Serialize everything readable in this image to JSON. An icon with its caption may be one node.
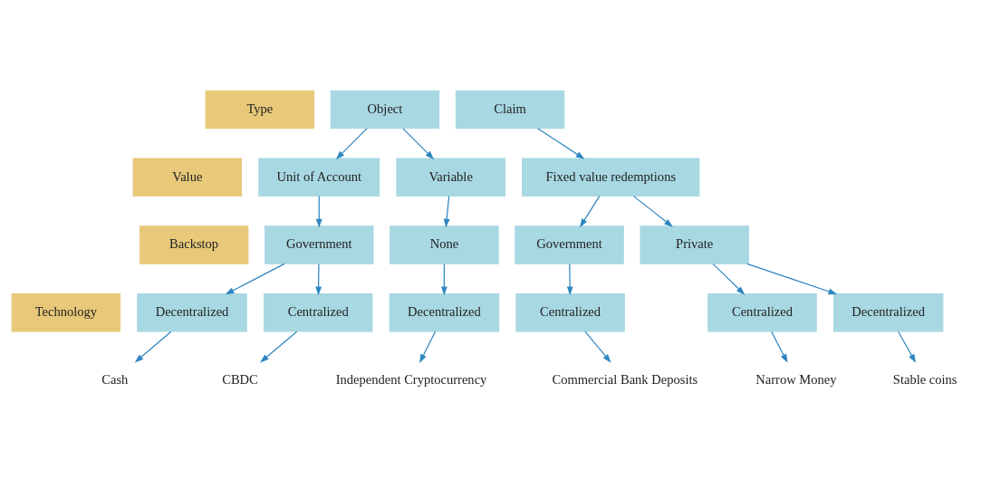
{
  "diagram": {
    "nodes": [
      {
        "text": [
          "Type"
        ]
      },
      {
        "text": [
          "Value"
        ]
      },
      {
        "text": [
          "Backstop"
        ]
      },
      {
        "text": [
          "Technology"
        ]
      },
      {
        "text": [
          "Object"
        ]
      },
      {
        "text": [
          "Claim"
        ]
      },
      {
        "text": [
          "Unit of Account"
        ]
      },
      {
        "text": [
          "Variable"
        ]
      },
      {
        "text": [
          "Fixed value redemptions"
        ]
      },
      {
        "text": [
          "Government"
        ]
      },
      {
        "text": [
          "None"
        ]
      },
      {
        "text": [
          "Government"
        ]
      },
      {
        "text": [
          "Private"
        ]
      },
      {
        "text": [
          "Decentralized"
        ]
      },
      {
        "text": [
          "Centralized"
        ]
      },
      {
        "text": [
          "Decentralized"
        ]
      },
      {
        "text": [
          "Centralized"
        ]
      },
      {
        "text": [
          "Centralized"
        ]
      },
      {
        "text": [
          "Decentralized"
        ]
      },
      {
        "text": [
          "Cash"
        ]
      },
      {
        "text": [
          "CBDC"
        ]
      },
      {
        "text": [
          "Independent Cryptocurrency"
        ]
      },
      {
        "text": [
          "Commercial Bank Deposits"
        ]
      },
      {
        "text": [
          "Narrow Money"
        ]
      },
      {
        "text": [
          "Stable coins"
        ]
      }
    ],
    "edges": [
      {
        "from": 4,
        "to": 6,
        "arrow": "to"
      },
      {
        "from": 4,
        "to": 7,
        "arrow": "to"
      },
      {
        "from": 5,
        "to": 8,
        "arrow": "to"
      },
      {
        "from": 6,
        "to": 9,
        "arrow": "to"
      },
      {
        "from": 7,
        "to": 10,
        "arrow": "to"
      },
      {
        "from": 8,
        "to": 11,
        "arrow": "to"
      },
      {
        "from": 8,
        "to": 12,
        "arrow": "to"
      },
      {
        "from": 9,
        "to": 13,
        "arrow": "to"
      },
      {
        "from": 9,
        "to": 14,
        "arrow": "to"
      },
      {
        "from": 10,
        "to": 15,
        "arrow": "to"
      },
      {
        "from": 11,
        "to": 16,
        "arrow": "to"
      },
      {
        "from": 12,
        "to": 17,
        "arrow": "to"
      },
      {
        "from": 12,
        "to": 18,
        "arrow": "to"
      },
      {
        "from": 13,
        "to": 19,
        "arrow": "to"
      },
      {
        "from": 14,
        "to": 20,
        "arrow": "to"
      },
      {
        "from": 15,
        "to": 21,
        "arrow": "to"
      },
      {
        "from": 16,
        "to": 22,
        "arrow": "to"
      },
      {
        "from": 17,
        "to": 23,
        "arrow": "to"
      },
      {
        "from": 18,
        "to": 24,
        "arrow": "to"
      }
    ]
  }
}
